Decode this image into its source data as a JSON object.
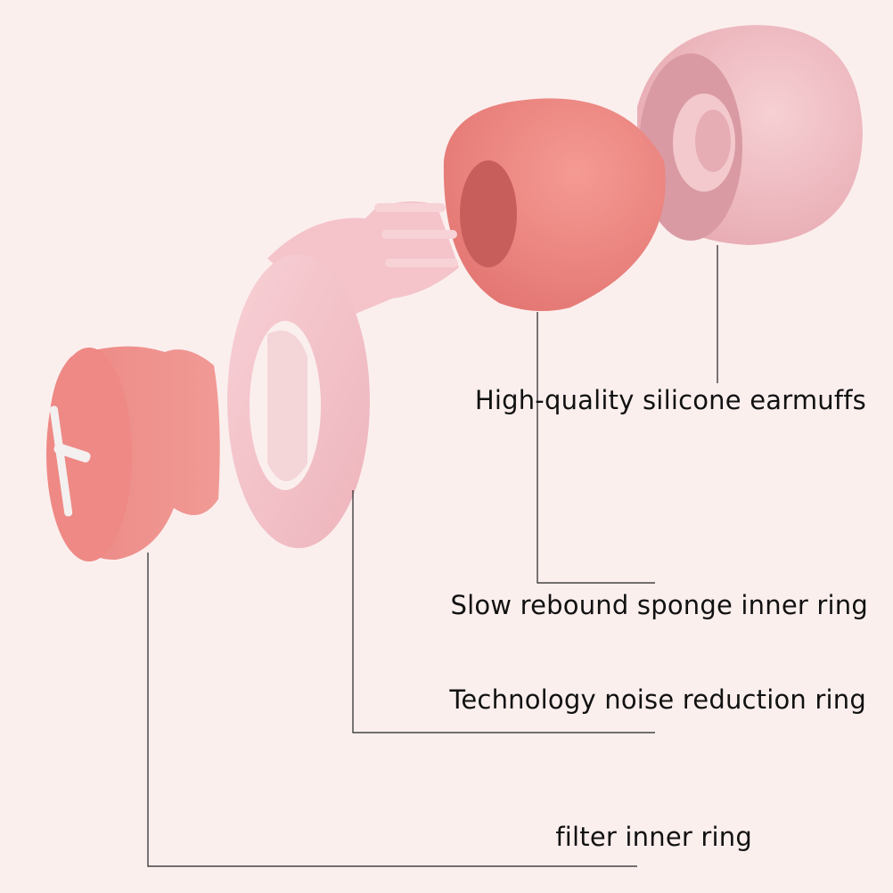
{
  "labels": {
    "earmuffs": "High-quality silicone earmuffs",
    "sponge": "Slow rebound sponge inner ring",
    "noise_ring": "Technology noise reduction ring",
    "filter": "filter inner ring"
  },
  "colors": {
    "background": "#fbefee",
    "silicone_pink": "#f2c0c6",
    "sponge_coral": "#ef8a85",
    "filter_coral": "#ee8b87"
  }
}
